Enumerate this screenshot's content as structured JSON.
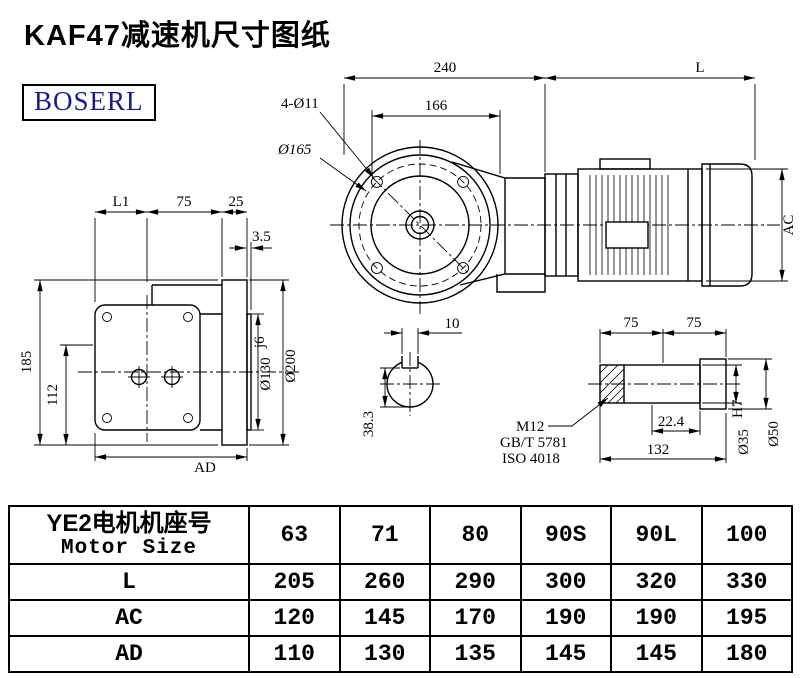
{
  "header": {
    "title": "KAF47减速机尺寸图纸",
    "brand": "BOSERL"
  },
  "drawing": {
    "top": {
      "dim_240": "240",
      "dim_L": "L",
      "dim_holes": "4-Ø11",
      "dim_166": "166",
      "dim_bolt_circle": "Ø165",
      "dim_AC": "AC"
    },
    "left": {
      "dim_L1": "L1",
      "dim_75": "75",
      "dim_25": "25",
      "dim_3_5": "3.5",
      "dim_185": "185",
      "dim_112": "112",
      "dim_130": "Ø130",
      "dim_130_tol": "j6",
      "dim_200": "Ø200",
      "dim_AD": "AD"
    },
    "section": {
      "dim_10": "10",
      "dim_38_3": "38.3"
    },
    "shaft": {
      "dim_75a": "75",
      "dim_75b": "75",
      "thread": "M12",
      "std_gb": "GB/T 5781",
      "std_iso": "ISO 4018",
      "dim_22_4": "22.4",
      "dim_132": "132",
      "dim_50": "Ø50",
      "dim_35": "Ø35",
      "dim_35_tol": "H7"
    }
  },
  "table": {
    "header_cn": "YE2电机机座号",
    "header_en": "Motor Size",
    "motor_sizes": [
      "63",
      "71",
      "80",
      "90S",
      "90L",
      "100"
    ],
    "rows": [
      {
        "label": "L",
        "values": [
          "205",
          "260",
          "290",
          "300",
          "320",
          "330"
        ]
      },
      {
        "label": "AC",
        "values": [
          "120",
          "145",
          "170",
          "190",
          "190",
          "195"
        ]
      },
      {
        "label": "AD",
        "values": [
          "110",
          "130",
          "135",
          "145",
          "145",
          "180"
        ]
      }
    ]
  }
}
